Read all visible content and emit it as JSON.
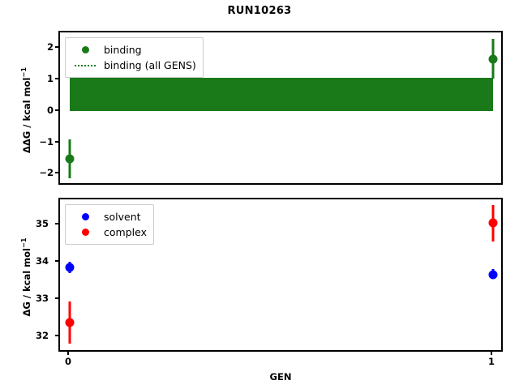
{
  "chart_data": [
    {
      "id": "top-panel",
      "type": "scatter",
      "title": "RUN10263",
      "xlabel": "",
      "ylabel": "ΔΔG / kcal mol⁻¹",
      "xlim": [
        -0.25,
        1.25
      ],
      "ylim": [
        -2.45,
        2.45
      ],
      "xticks": [
        0,
        1
      ],
      "xticklabels": [
        "0",
        "1"
      ],
      "yticks": [
        2,
        1,
        0,
        -1,
        -2
      ],
      "yticklabels": [
        "2",
        "1",
        "0",
        "−1",
        "−2"
      ],
      "grid": false,
      "legend_position": "upper left",
      "legend": [
        "binding",
        "binding (all GENS)"
      ],
      "series": [
        {
          "name": "binding",
          "color": "#1a7a1a",
          "x": [
            0,
            1
          ],
          "values": [
            -1.58,
            1.63
          ],
          "yerr_low": [
            -2.13,
            1.0
          ],
          "yerr_high": [
            -0.95,
            2.25
          ]
        },
        {
          "name": "binding (all GENS)",
          "color": "#1a7a1a",
          "type": "band",
          "mean": 0.52,
          "band_low": 0.0,
          "band_high": 1.05
        }
      ]
    },
    {
      "id": "bottom-panel",
      "type": "scatter",
      "title": "",
      "xlabel": "GEN",
      "ylabel": "ΔG / kcal mol⁻¹",
      "xlim": [
        -0.25,
        1.25
      ],
      "ylim": [
        31.3,
        35.75
      ],
      "xticks": [
        0,
        1
      ],
      "xticklabels": [
        "0",
        "1"
      ],
      "yticks": [
        35,
        34,
        33,
        32
      ],
      "yticklabels": [
        "35",
        "34",
        "33",
        "32"
      ],
      "grid": false,
      "legend_position": "upper left",
      "legend": [
        "solvent",
        "complex"
      ],
      "series": [
        {
          "name": "solvent",
          "color": "#0000ff",
          "x": [
            0,
            1
          ],
          "values": [
            33.61,
            33.41
          ],
          "yerr_low": [
            33.47,
            33.29
          ],
          "yerr_high": [
            33.76,
            33.54
          ]
        },
        {
          "name": "complex",
          "color": "#ff0000",
          "x": [
            0,
            1
          ],
          "values": [
            32.02,
            35.05
          ],
          "yerr_low": [
            31.49,
            34.61
          ],
          "yerr_high": [
            32.62,
            35.58
          ]
        }
      ]
    }
  ],
  "figure": {
    "title": "RUN10263",
    "xlabel": "GEN"
  },
  "top_panel": {
    "ylabel_main": "ΔΔG / kcal mol",
    "ylabel_sup": "−1",
    "yticklabels": [
      "2",
      "1",
      "0",
      "−1",
      "−2"
    ],
    "legend": {
      "items": [
        {
          "label": "binding",
          "handle": "dot",
          "color": "#1a7a1a"
        },
        {
          "label": "binding (all GENS)",
          "handle": "dotted-line",
          "color": "#1a7a1a"
        }
      ]
    }
  },
  "bottom_panel": {
    "ylabel_main": "ΔG / kcal mol",
    "ylabel_sup": "−1",
    "yticklabels": [
      "35",
      "34",
      "33",
      "32"
    ],
    "legend": {
      "items": [
        {
          "label": "solvent",
          "handle": "dot",
          "color": "#0000ff"
        },
        {
          "label": "complex",
          "handle": "dot",
          "color": "#ff0000"
        }
      ]
    }
  },
  "xaxis": {
    "ticklabels": [
      "0",
      "1"
    ],
    "label": "GEN"
  },
  "colors": {
    "binding": "#1a7a1a",
    "solvent": "#0000ff",
    "complex": "#ff0000",
    "axes": "#000000",
    "background": "#ffffff"
  }
}
